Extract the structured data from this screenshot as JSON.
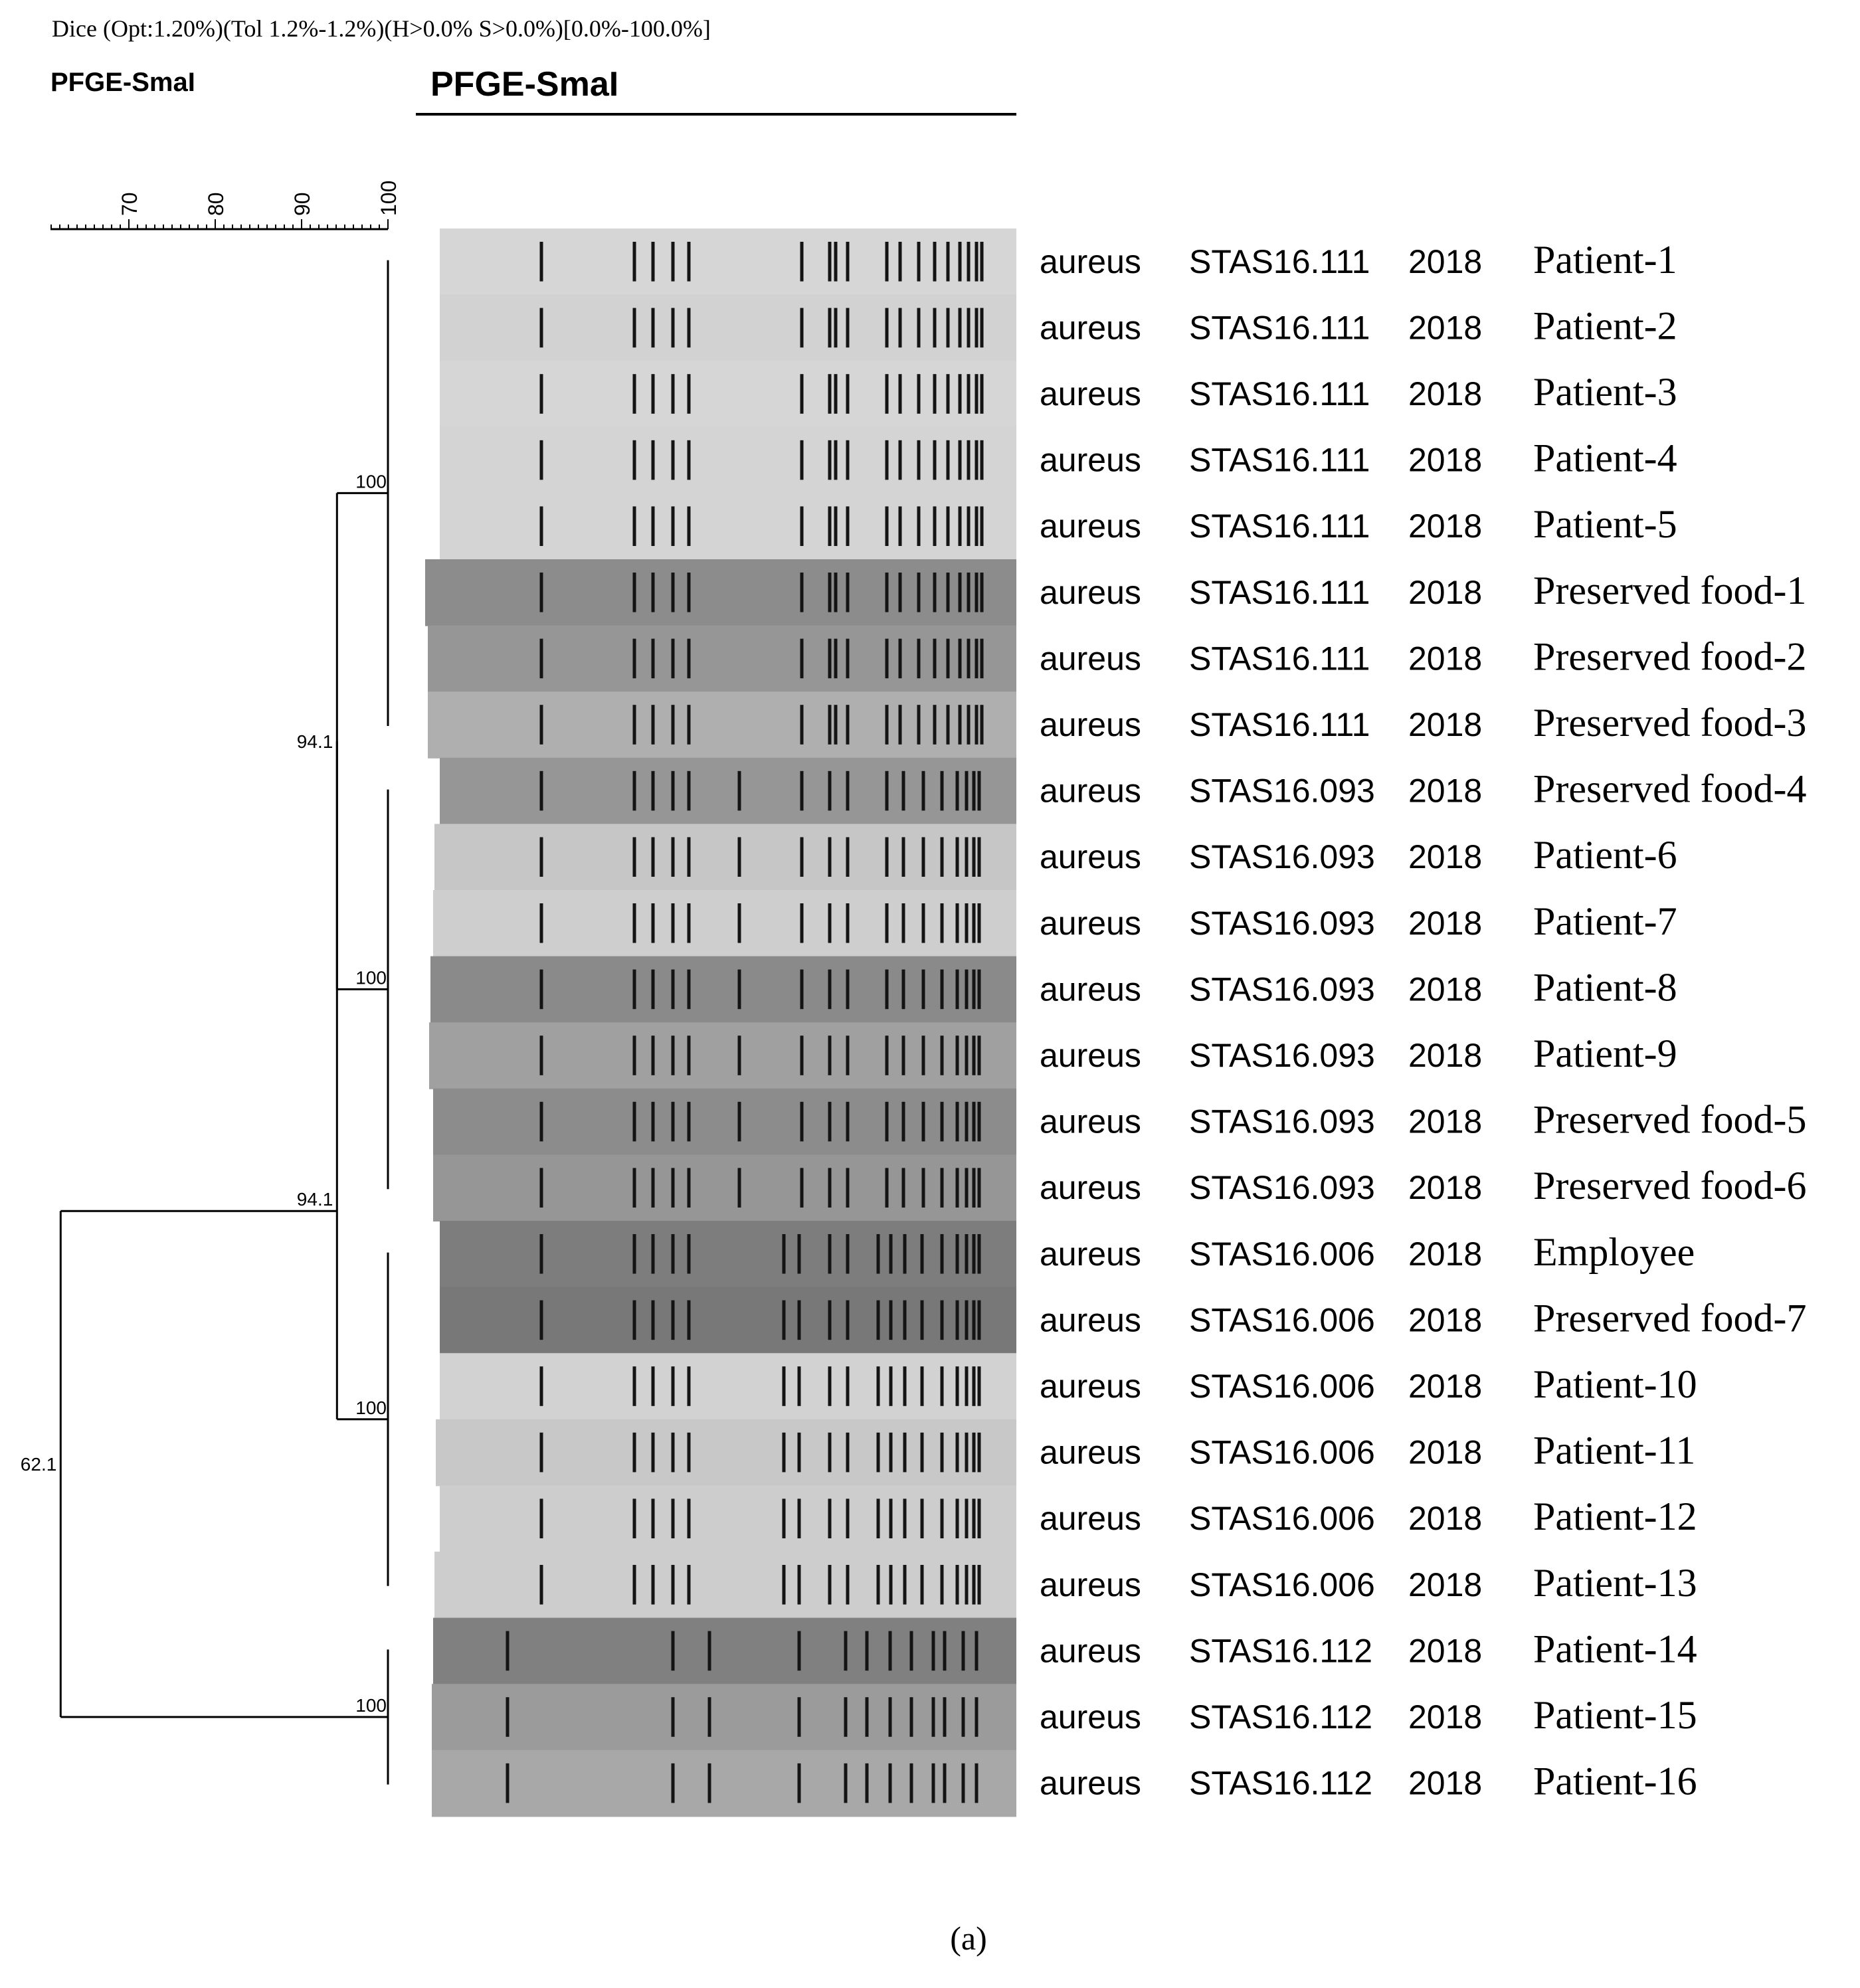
{
  "header": {
    "method": "Dice (Opt:1.20%)(Tol 1.2%-1.2%)(H>0.0% S>0.0%)[0.0%-100.0%]",
    "dendro_label": "PFGE-SmaI",
    "gel_label": "PFGE-SmaI"
  },
  "scale": {
    "ticks": [
      "70",
      "80",
      "90",
      "100"
    ]
  },
  "nodes": [
    {
      "id": "A",
      "similarity": 100,
      "label": "100"
    },
    {
      "id": "B",
      "similarity": 100,
      "label": "100"
    },
    {
      "id": "AB",
      "similarity": 94.1,
      "label": "94.1"
    },
    {
      "id": "C",
      "similarity": 100,
      "label": "100"
    },
    {
      "id": "ABC",
      "similarity": 94.1,
      "label": "94.1"
    },
    {
      "id": "D",
      "similarity": 100,
      "label": "100"
    },
    {
      "id": "root",
      "similarity": 62.1,
      "label": "62.1"
    }
  ],
  "rows": [
    {
      "species": "aureus",
      "strain": "STAS16.111",
      "year": "2018",
      "source": "Patient-1"
    },
    {
      "species": "aureus",
      "strain": "STAS16.111",
      "year": "2018",
      "source": "Patient-2"
    },
    {
      "species": "aureus",
      "strain": "STAS16.111",
      "year": "2018",
      "source": "Patient-3"
    },
    {
      "species": "aureus",
      "strain": "STAS16.111",
      "year": "2018",
      "source": "Patient-4"
    },
    {
      "species": "aureus",
      "strain": "STAS16.111",
      "year": "2018",
      "source": "Patient-5"
    },
    {
      "species": "aureus",
      "strain": "STAS16.111",
      "year": "2018",
      "source": "Preserved food-1"
    },
    {
      "species": "aureus",
      "strain": "STAS16.111",
      "year": "2018",
      "source": "Preserved food-2"
    },
    {
      "species": "aureus",
      "strain": "STAS16.111",
      "year": "2018",
      "source": "Preserved food-3"
    },
    {
      "species": "aureus",
      "strain": "STAS16.093",
      "year": "2018",
      "source": "Preserved food-4"
    },
    {
      "species": "aureus",
      "strain": "STAS16.093",
      "year": "2018",
      "source": "Patient-6"
    },
    {
      "species": "aureus",
      "strain": "STAS16.093",
      "year": "2018",
      "source": "Patient-7"
    },
    {
      "species": "aureus",
      "strain": "STAS16.093",
      "year": "2018",
      "source": "Patient-8"
    },
    {
      "species": "aureus",
      "strain": "STAS16.093",
      "year": "2018",
      "source": "Patient-9"
    },
    {
      "species": "aureus",
      "strain": "STAS16.093",
      "year": "2018",
      "source": "Preserved food-5"
    },
    {
      "species": "aureus",
      "strain": "STAS16.093",
      "year": "2018",
      "source": "Preserved food-6"
    },
    {
      "species": "aureus",
      "strain": "STAS16.006",
      "year": "2018",
      "source": "Employee"
    },
    {
      "species": "aureus",
      "strain": "STAS16.006",
      "year": "2018",
      "source": "Preserved food-7"
    },
    {
      "species": "aureus",
      "strain": "STAS16.006",
      "year": "2018",
      "source": "Patient-10"
    },
    {
      "species": "aureus",
      "strain": "STAS16.006",
      "year": "2018",
      "source": "Patient-11"
    },
    {
      "species": "aureus",
      "strain": "STAS16.006",
      "year": "2018",
      "source": "Patient-12"
    },
    {
      "species": "aureus",
      "strain": "STAS16.006",
      "year": "2018",
      "source": "Patient-13"
    },
    {
      "species": "aureus",
      "strain": "STAS16.112",
      "year": "2018",
      "source": "Patient-14"
    },
    {
      "species": "aureus",
      "strain": "STAS16.112",
      "year": "2018",
      "source": "Patient-15"
    },
    {
      "species": "aureus",
      "strain": "STAS16.112",
      "year": "2018",
      "source": "Patient-16"
    }
  ],
  "caption": "(a)",
  "colors": {
    "ink": "#000000",
    "band": "#141414",
    "lane_light": "#d4d4d4",
    "lane_dark": "#7e7e7e"
  }
}
